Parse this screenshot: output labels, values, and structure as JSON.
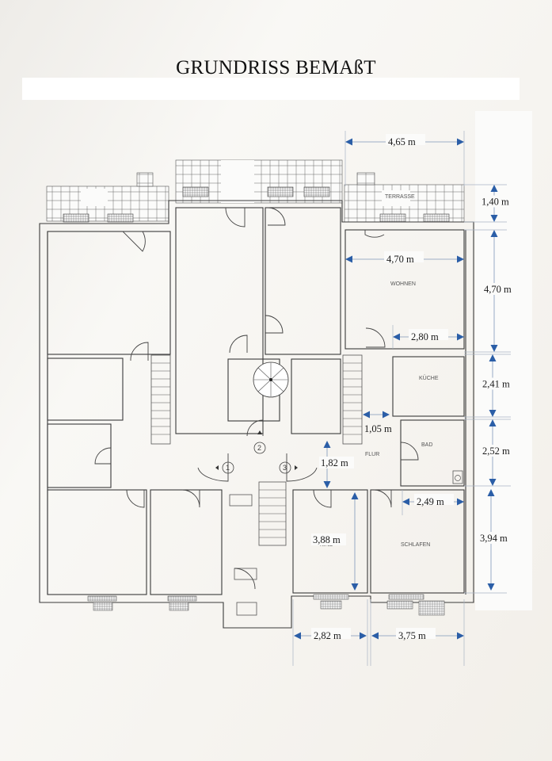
{
  "title": "GRUNDRISS BEMAßT",
  "colors": {
    "dimension_arrow": "#2b5ea7",
    "wall": "#3a3a3a",
    "paper": "#f7f5f1"
  },
  "rooms": {
    "terrasse": "TERRASSE",
    "wohnen": "WOHNEN",
    "kueche": "KÜCHE",
    "bad": "BAD",
    "flur": "FLUR",
    "kind": "KIND",
    "schlafen": "SCHLAFEN"
  },
  "apartment_entrances": [
    "1",
    "2",
    "3"
  ],
  "dimensions": {
    "terrasse_width": "4,65 m",
    "terrasse_depth": "1,40 m",
    "wohnen_width": "4,70 m",
    "wohnen_depth": "4,70 m",
    "wohnen_partial_width": "2,80 m",
    "kueche_depth": "2,41 m",
    "flur_gap": "1,05 m",
    "bad_depth": "2,52 m",
    "flur_depth": "1,82 m",
    "schlafen_partial_width": "2,49 m",
    "kind_depth": "3,88 m",
    "schlafen_depth": "3,94 m",
    "kind_width": "2,82 m",
    "schlafen_width": "3,75 m"
  }
}
